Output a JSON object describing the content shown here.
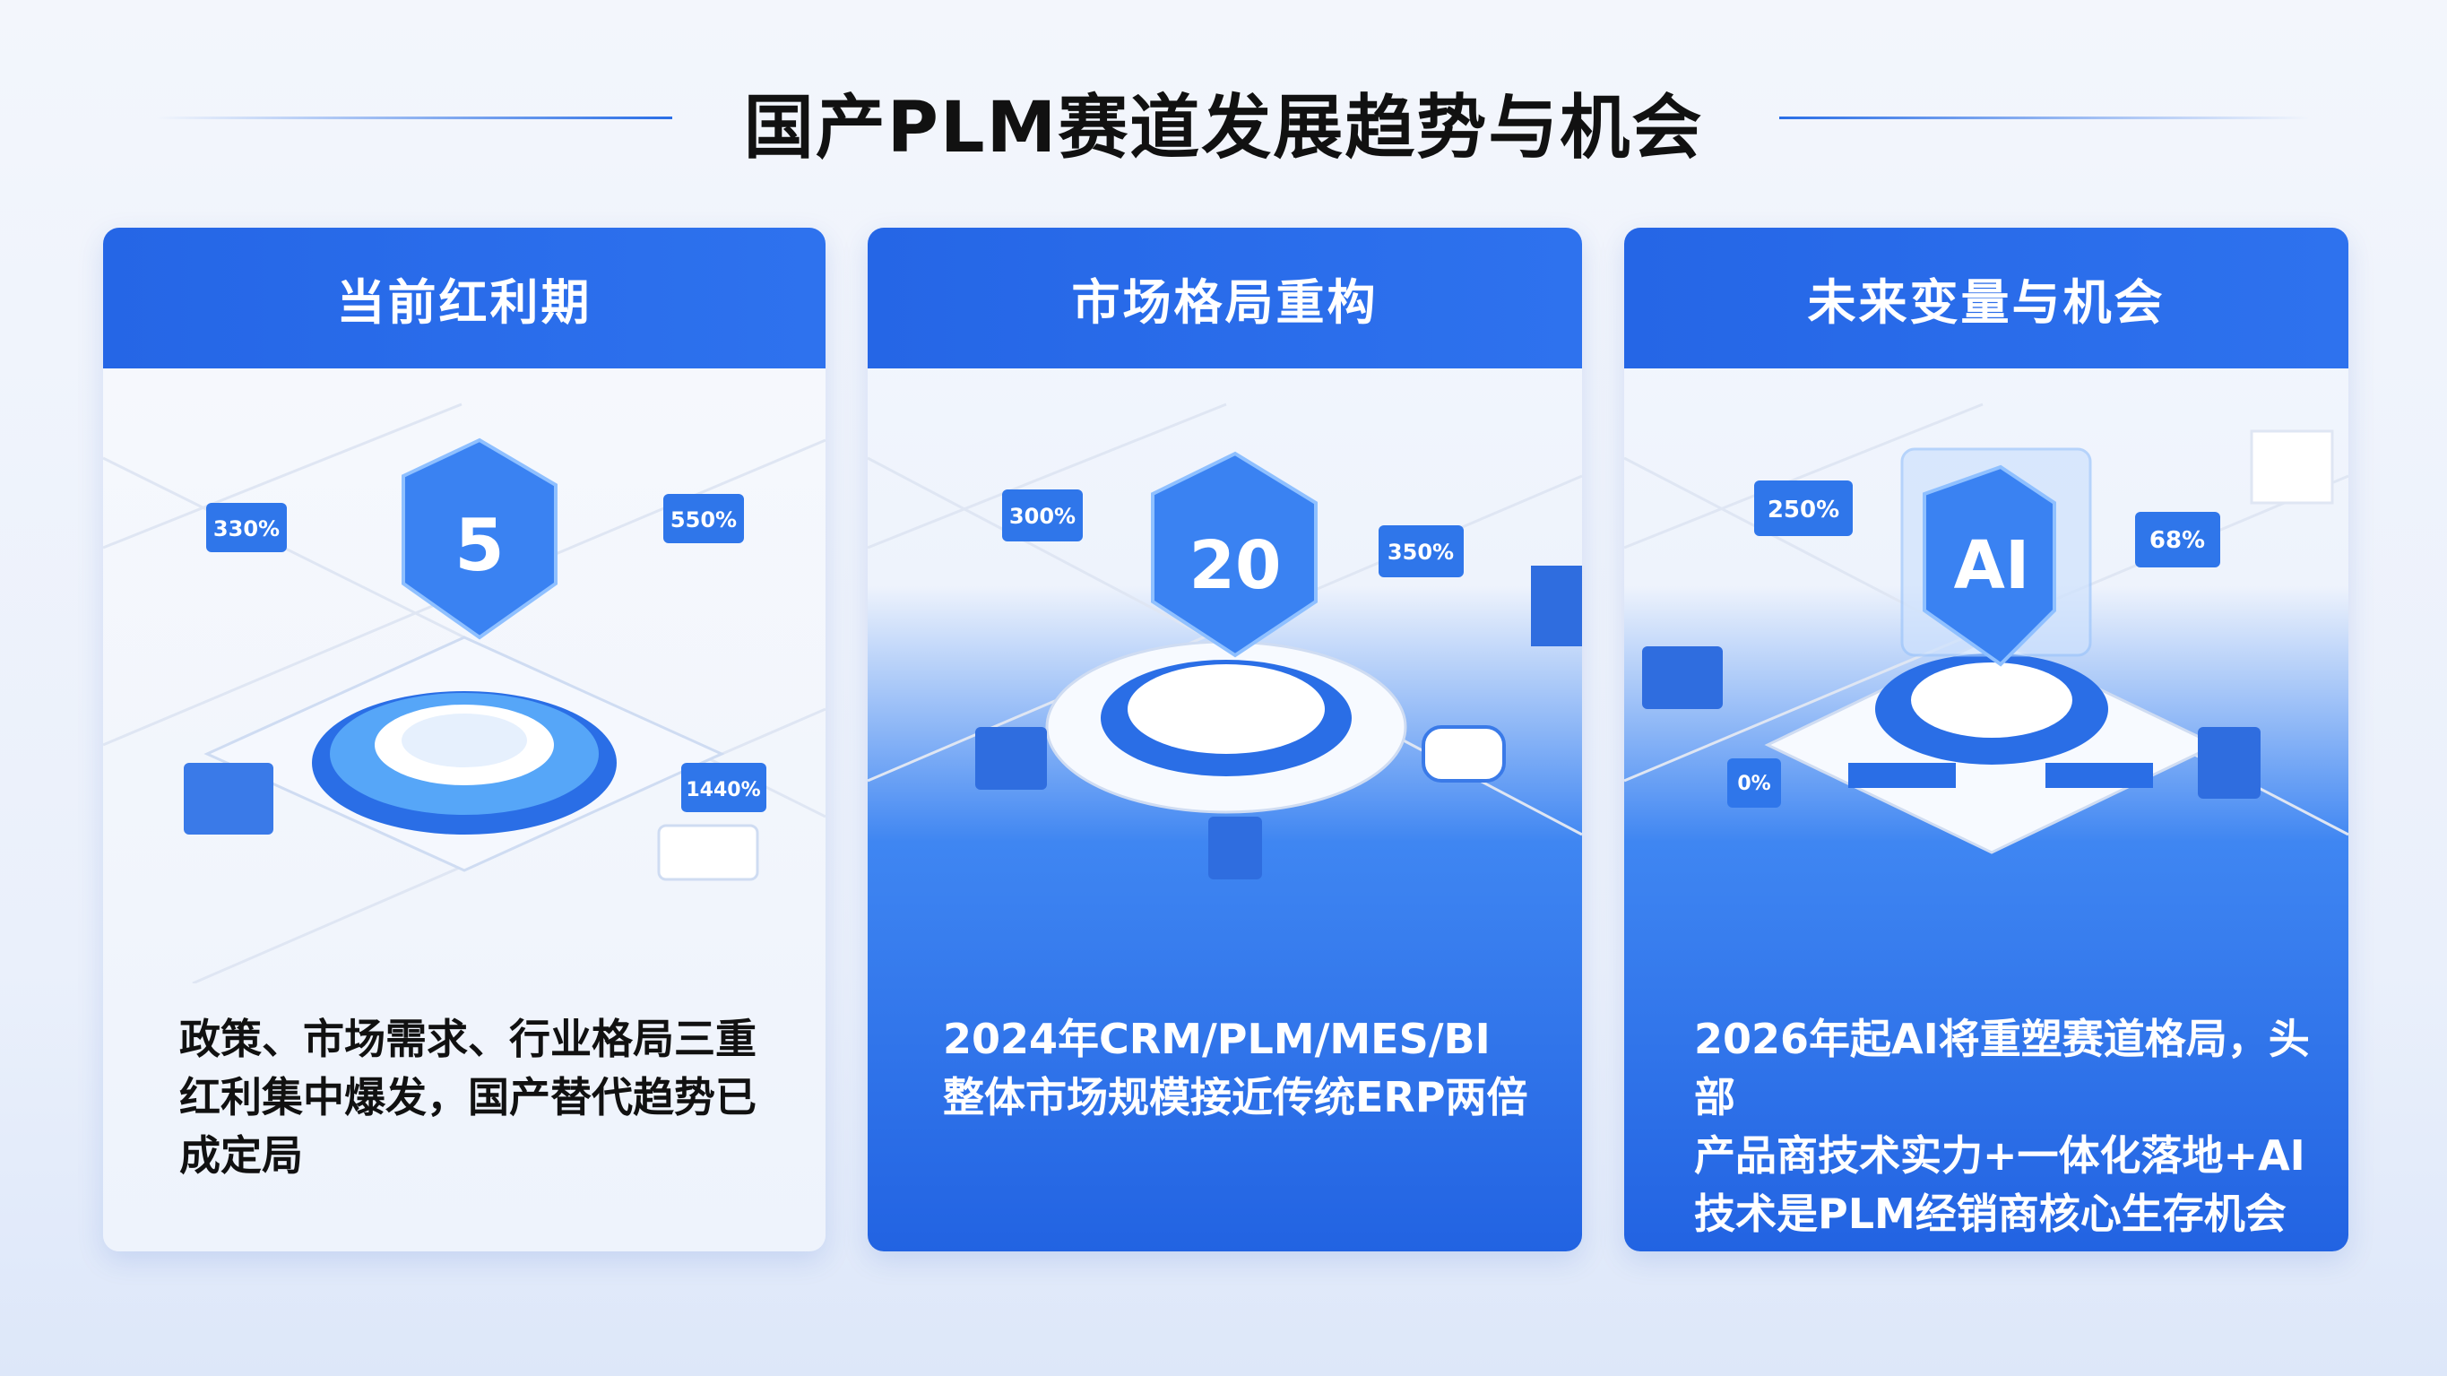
{
  "title": "国产PLM赛道发展趋势与机会",
  "cards": [
    {
      "header": "当前红利期",
      "lines": [
        "政策、市场需求、行业格局三重",
        "红利集中爆发，国产替代趋势已",
        "成定局"
      ],
      "badge": "5",
      "tags": [
        "330%",
        "550%",
        "1440%"
      ]
    },
    {
      "header": "市场格局重构",
      "lines": [
        "2024年CRM/PLM/MES/BI",
        "整体市场规模接近传统ERP两倍"
      ],
      "badge": "20",
      "tags": [
        "300%",
        "350%"
      ]
    },
    {
      "header": "未来变量与机会",
      "lines": [
        "2026年起AI将重塑赛道格局，头部",
        "产品商技术实力+一体化落地+AI",
        "技术是PLM经销商核心生存机会"
      ],
      "badge": "AI",
      "tags": [
        "250%",
        "68%",
        "0%"
      ]
    }
  ],
  "colors": {
    "accent": "#2566e6",
    "title": "#111111"
  }
}
